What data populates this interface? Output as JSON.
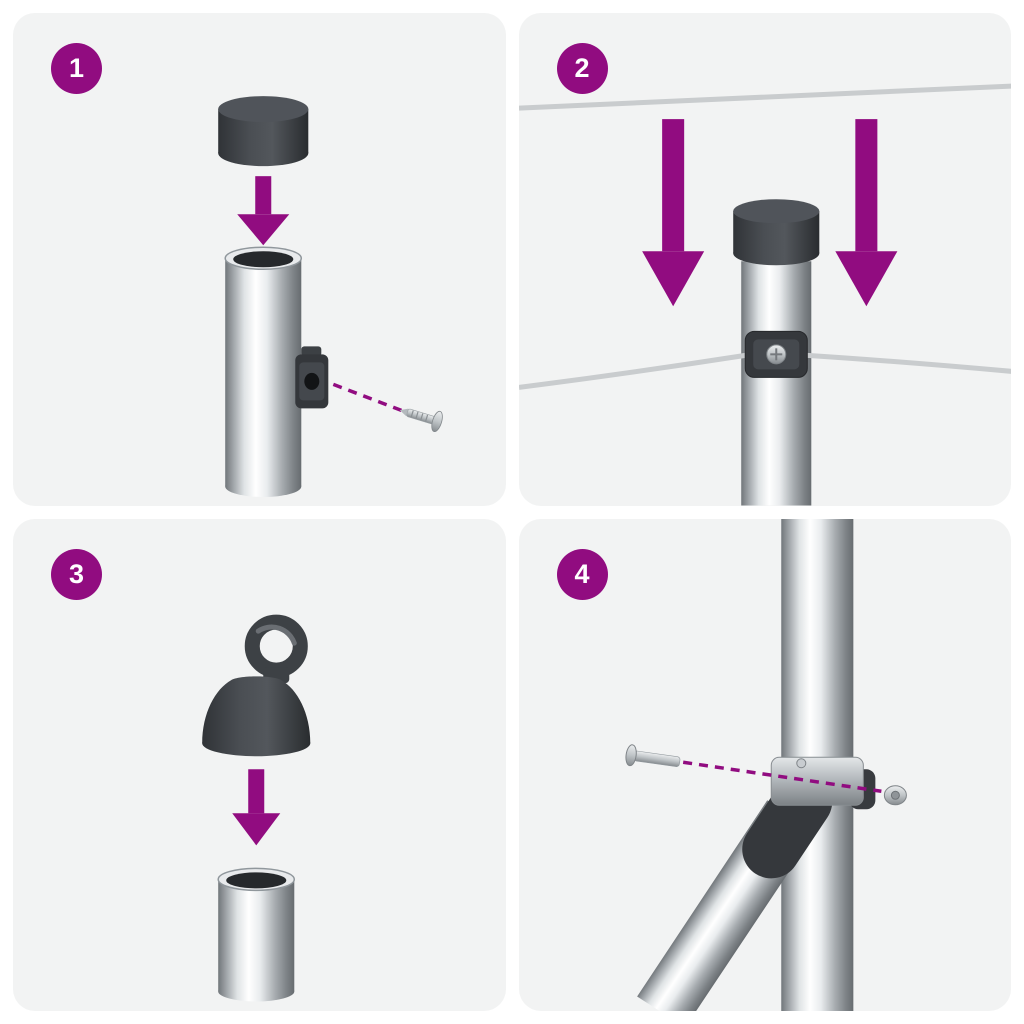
{
  "title": "fence-post-assembly-instructions",
  "colors": {
    "background": "#ffffff",
    "panel": "#f2f3f3",
    "accent": "#910c80",
    "dark_part": "#35383c",
    "chrome_highlight": "#ffffff",
    "chrome_shadow": "#676c70",
    "steel": "#bfc4c7",
    "wire": "#c9ccce"
  },
  "steps": [
    {
      "number": "1",
      "illustration": "post-cap-pressed-onto-post-with-clamp-screw"
    },
    {
      "number": "2",
      "illustration": "tension-wires-lowered-into-post-wire-clamp"
    },
    {
      "number": "3",
      "illustration": "eyelet-cap-pressed-onto-post"
    },
    {
      "number": "4",
      "illustration": "diagonal-brace-clamp-band-bolt-and-nut"
    }
  ],
  "icons": [
    "down-arrow-icon",
    "dashed-guide-line",
    "post-cap",
    "metal-post",
    "wire-clamp",
    "screw",
    "eyelet-cap",
    "brace-pole",
    "clamp-band",
    "bolt",
    "nut"
  ]
}
